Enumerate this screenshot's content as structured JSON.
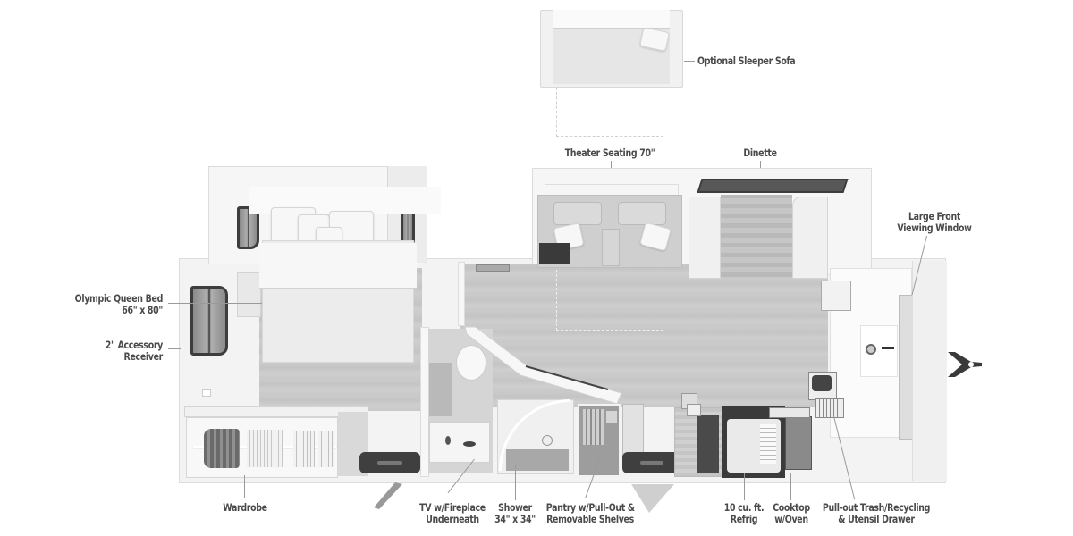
{
  "diagram": {
    "type": "rv-floorplan",
    "colors": {
      "background": "#ffffff",
      "label_text": "#4a4a4a",
      "leader_line": "#9a9a9a",
      "floor": "#c9c9c9",
      "wall": "#f4f4f4",
      "dark_accent": "#3f3f3f"
    }
  },
  "labels": {
    "optional_sleeper_sofa": "Optional Sleeper Sofa",
    "theater_seating": "Theater Seating 70\"",
    "dinette": "Dinette",
    "large_front_window_1": "Large Front",
    "large_front_window_2": "Viewing Window",
    "queen_bed_1": "Olympic Queen Bed",
    "queen_bed_2": "66\" x 80\"",
    "accessory_receiver_1": "2\" Accessory",
    "accessory_receiver_2": "Receiver",
    "wardrobe": "Wardrobe",
    "tv_fireplace_1": "TV w/Fireplace",
    "tv_fireplace_2": "Underneath",
    "shower_1": "Shower",
    "shower_2": "34\" x 34\"",
    "pantry_1": "Pantry w/Pull-Out &",
    "pantry_2": "Removable Shelves",
    "refrig_1": "10 cu. ft.",
    "refrig_2": "Refrig",
    "cooktop_1": "Cooktop",
    "cooktop_2": "w/Oven",
    "trash_1": "Pull-out Trash/Recycling",
    "trash_2": "& Utensil Drawer"
  }
}
